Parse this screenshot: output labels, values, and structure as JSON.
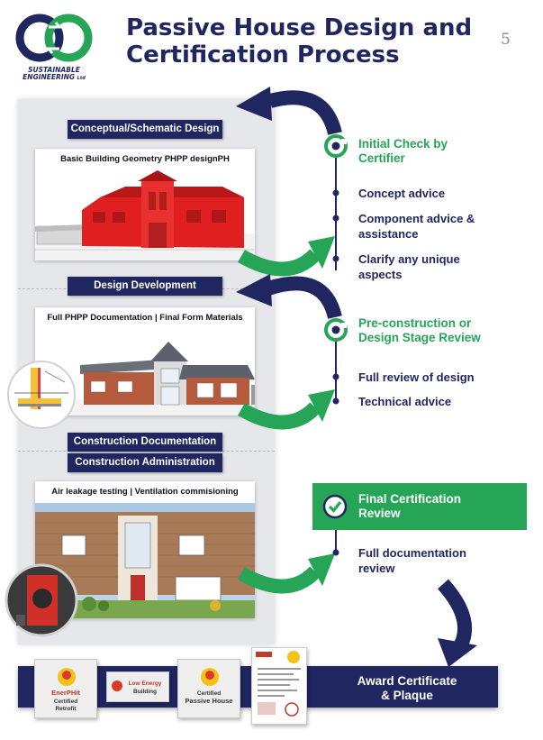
{
  "logo": {
    "line1": "SUSTAINABLE",
    "line2": "ENGINEERING",
    "suffix": "Ltd"
  },
  "header": {
    "title_line1": "Passive House Design and",
    "title_line2": "Certification Process",
    "page_number": "5"
  },
  "stages": [
    {
      "label": "Conceptual/Schematic Design",
      "card_caption": "Basic Building Geometry PHPP designPH"
    },
    {
      "label": "Design Development",
      "card_caption": "Full PHPP Documentation | Final Form Materials"
    },
    {
      "label": "Construction Documentation",
      "label2": "Construction Administration",
      "card_caption": "Air leakage testing | Ventilation commisioning"
    }
  ],
  "reviews": [
    {
      "title_line1": "Initial Check by",
      "title_line2": "Certifier",
      "items": [
        {
          "line1": "Concept advice",
          "line2": ""
        },
        {
          "line1": "Component advice &",
          "line2": "assistance"
        },
        {
          "line1": "Clarify any unique",
          "line2": "aspects"
        }
      ]
    },
    {
      "title_line1": "Pre-construction or",
      "title_line2": "Design Stage Review",
      "items": [
        {
          "line1": "Full review of design",
          "line2": ""
        },
        {
          "line1": "Technical advice",
          "line2": ""
        }
      ]
    },
    {
      "title_line1": "Final Certification",
      "title_line2": "Review",
      "items": [
        {
          "line1": "Full documentation",
          "line2": "review"
        }
      ]
    }
  ],
  "award": {
    "line1": "Award Certificate",
    "line2": "& Plaque"
  },
  "plaques": [
    {
      "brand": "EnerPHit",
      "line1": "Certified",
      "line2": "Retrofit"
    },
    {
      "brand": "Low Energy",
      "line1": "Building",
      "line2": ""
    },
    {
      "brand": "Passive House",
      "line1": "Certified",
      "line2": ""
    }
  ],
  "colors": {
    "navy": "#1f2660",
    "green": "#26a556",
    "panel": "#e6e7eb",
    "house_red": "#e02020"
  },
  "icons": {
    "logo": "recycle-circle-icon",
    "step_marker": "target-ring-icon",
    "final_marker": "checkmark-circle-icon"
  }
}
